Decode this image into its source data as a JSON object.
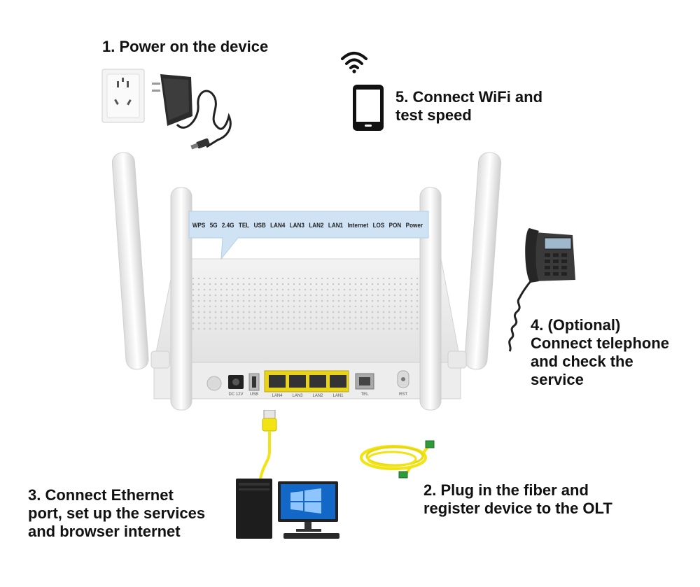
{
  "steps": {
    "power": [
      "1. Power on the device"
    ],
    "fiber": [
      "2. Plug in the fiber and",
      "register device to the OLT"
    ],
    "ethernet": [
      "3. Connect Ethernet",
      "port, set up the services",
      "and browser internet"
    ],
    "telephone": [
      "4. (Optional)",
      "Connect telephone",
      "and check the",
      "service"
    ],
    "wifi": [
      "5. Connect WiFi and",
      "test speed"
    ]
  },
  "indicator_callout": [
    "WPS",
    "5G",
    "2.4G",
    "TEL",
    "USB",
    "LAN4",
    "LAN3",
    "LAN2",
    "LAN1",
    "Internet",
    "LOS",
    "PON",
    "Power"
  ],
  "rear_ports": {
    "dc": "DC 12V",
    "usb": "USB",
    "lan": [
      "LAN4",
      "LAN3",
      "LAN2",
      "LAN1"
    ],
    "tel": "TEL",
    "rst": "RST"
  },
  "colors": {
    "lan_port": "#e8d21a",
    "callout_bg": "#cfe3f4",
    "cable_yellow": "#f2e312",
    "fiber_green": "#2e9b3a"
  },
  "icons": [
    "wall-outlet-icon",
    "power-adapter-icon",
    "wifi-icon",
    "smartphone-icon",
    "desk-phone-icon",
    "fiber-cable-icon",
    "desktop-computer-icon",
    "ethernet-cable-icon",
    "router-icon"
  ]
}
